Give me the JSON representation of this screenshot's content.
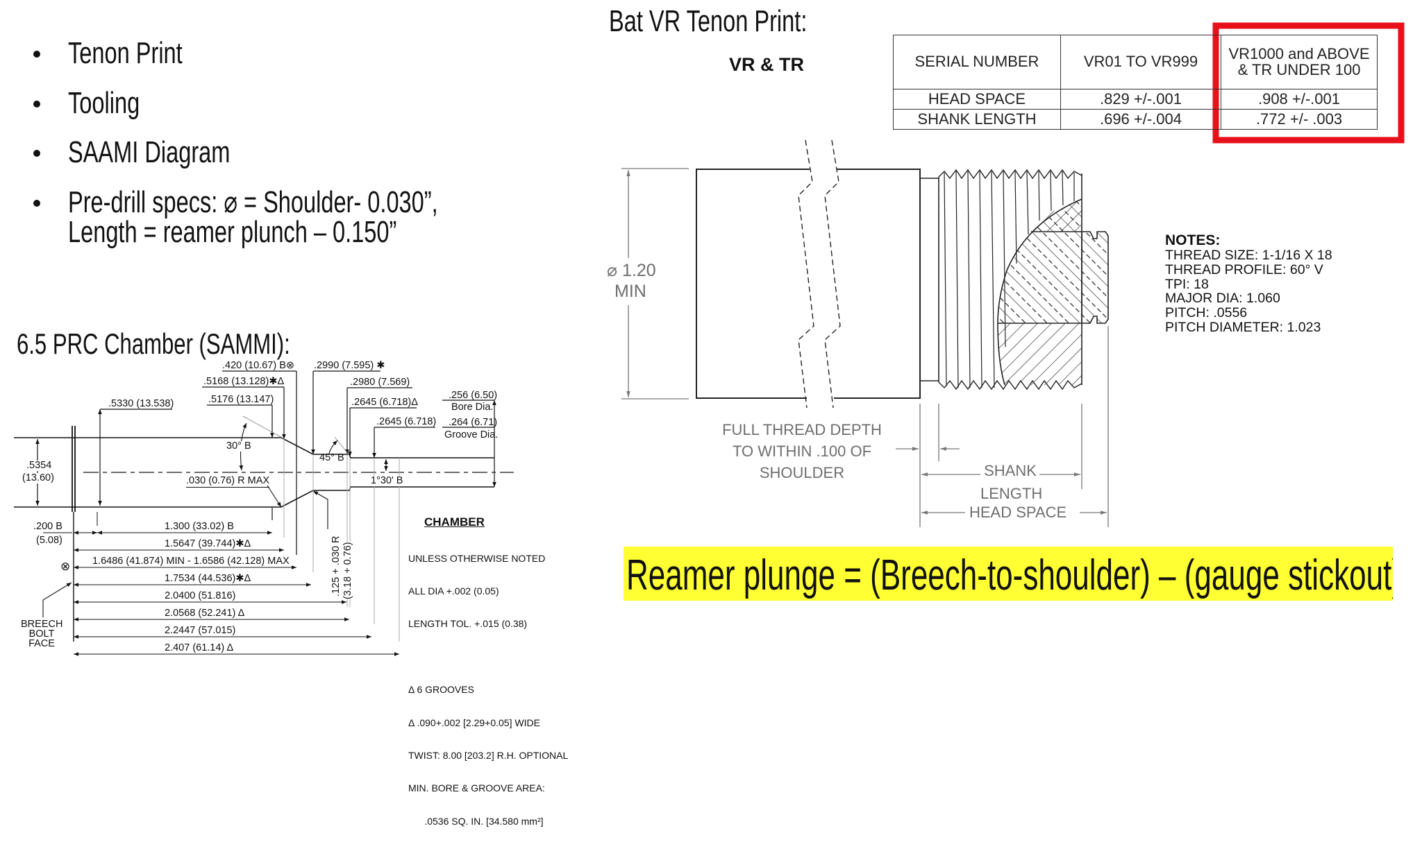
{
  "bullets": [
    {
      "text": "Tenon Print"
    },
    {
      "text": "Tooling"
    },
    {
      "text": "SAAMI Diagram"
    },
    {
      "line1": "Pre-drill specs: ⌀ = Shoulder- 0.030”,",
      "line2": "Length = reamer plunch – 0.150”"
    }
  ],
  "chamber": {
    "title": "6.5 PRC Chamber (SAMMI):",
    "callouts": {
      "c420": ".420 (10.67) B⊗",
      "c5168": ".5168 (13.128)✱Δ",
      "c5176": ".5176 (13.147)",
      "c5330": ".5330 (13.538)",
      "c2990": ".2990 (7.595) ✱",
      "c2980": ".2980 (7.569)",
      "c2645a": ".2645 (6.718)Δ",
      "c2645b": ".2645 (6.718)",
      "bore_val": ".256 (6.50)",
      "bore_lbl": "Bore Dia.",
      "groove_val": ".264 (6.71)",
      "groove_lbl": "Groove Dia.",
      "angle30": "30° B",
      "angle45": "45° B",
      "angle130": "1°30' B",
      "radius": ".030 (0.76) R MAX",
      "dia1": ".5354",
      "dia2": "(13.60)",
      "rim1": ".200  B",
      "rim2": "(5.08)",
      "datum": "⊗",
      "throat1": ".125 + .030 R",
      "throat2": "(3.18 + 0.76)",
      "breech": [
        "BREECH",
        "BOLT",
        "FACE"
      ]
    },
    "dimensions": [
      "1.300   (33.02) B",
      "1.5647 (39.744)✱Δ",
      "1.6486 (41.874) MIN - 1.6586 (42.128) MAX",
      "1.7534 (44.536)✱Δ",
      "2.0400 (51.816)",
      "2.0568 (52.241) Δ",
      "2.2447 (57.015)",
      "2.407   (61.14)   Δ"
    ],
    "notes": {
      "title": "CHAMBER",
      "lines": [
        "UNLESS OTHERWISE NOTED",
        "ALL DIA +.002 (0.05)",
        "LENGTH TOL. +.015 (0.38)",
        "",
        "Δ 6 GROOVES",
        "Δ .090+.002 [2.29+0.05] WIDE",
        "TWIST: 8.00 [203.2] R.H. OPTIONAL",
        "MIN. BORE & GROOVE AREA:",
        "      .0536 SQ. IN. [34.580 mm²]"
      ]
    }
  },
  "tenon": {
    "title": "Bat VR Tenon Print:",
    "subtitle": "VR & TR",
    "table": {
      "headers": [
        "SERIAL NUMBER",
        "VR01 TO VR999",
        "VR1000 and ABOVE & TR UNDER 100"
      ],
      "rows": [
        [
          "HEAD SPACE",
          ".829 +/-.001",
          ".908 +/-.001"
        ],
        [
          "SHANK LENGTH",
          ".696 +/-.004",
          ".772 +/- .003"
        ]
      ],
      "highlighted_column": 2
    },
    "dims": {
      "diameter": "⌀ 1.20",
      "diameter_unit": "MIN",
      "thread_note": [
        "FULL THREAD DEPTH",
        "TO WITHIN .100 OF",
        "SHOULDER"
      ],
      "shank": [
        "SHANK",
        "LENGTH"
      ],
      "head_space": "HEAD SPACE"
    },
    "notes": {
      "title": "NOTES:",
      "lines": [
        "THREAD SIZE: 1-1/16 X 18",
        "THREAD PROFILE: 60° V",
        "TPI: 18",
        "MAJOR DIA: 1.060",
        "PITCH: .0556",
        "PITCH DIAMETER: 1.023"
      ]
    }
  },
  "banner": "Reamer plunge = (Breech-to-shoulder) – (gauge stickout)",
  "colors": {
    "highlight_box": "#e8101a",
    "banner_bg": "#ffff33",
    "dimension_gray": "#6e6e6e"
  }
}
